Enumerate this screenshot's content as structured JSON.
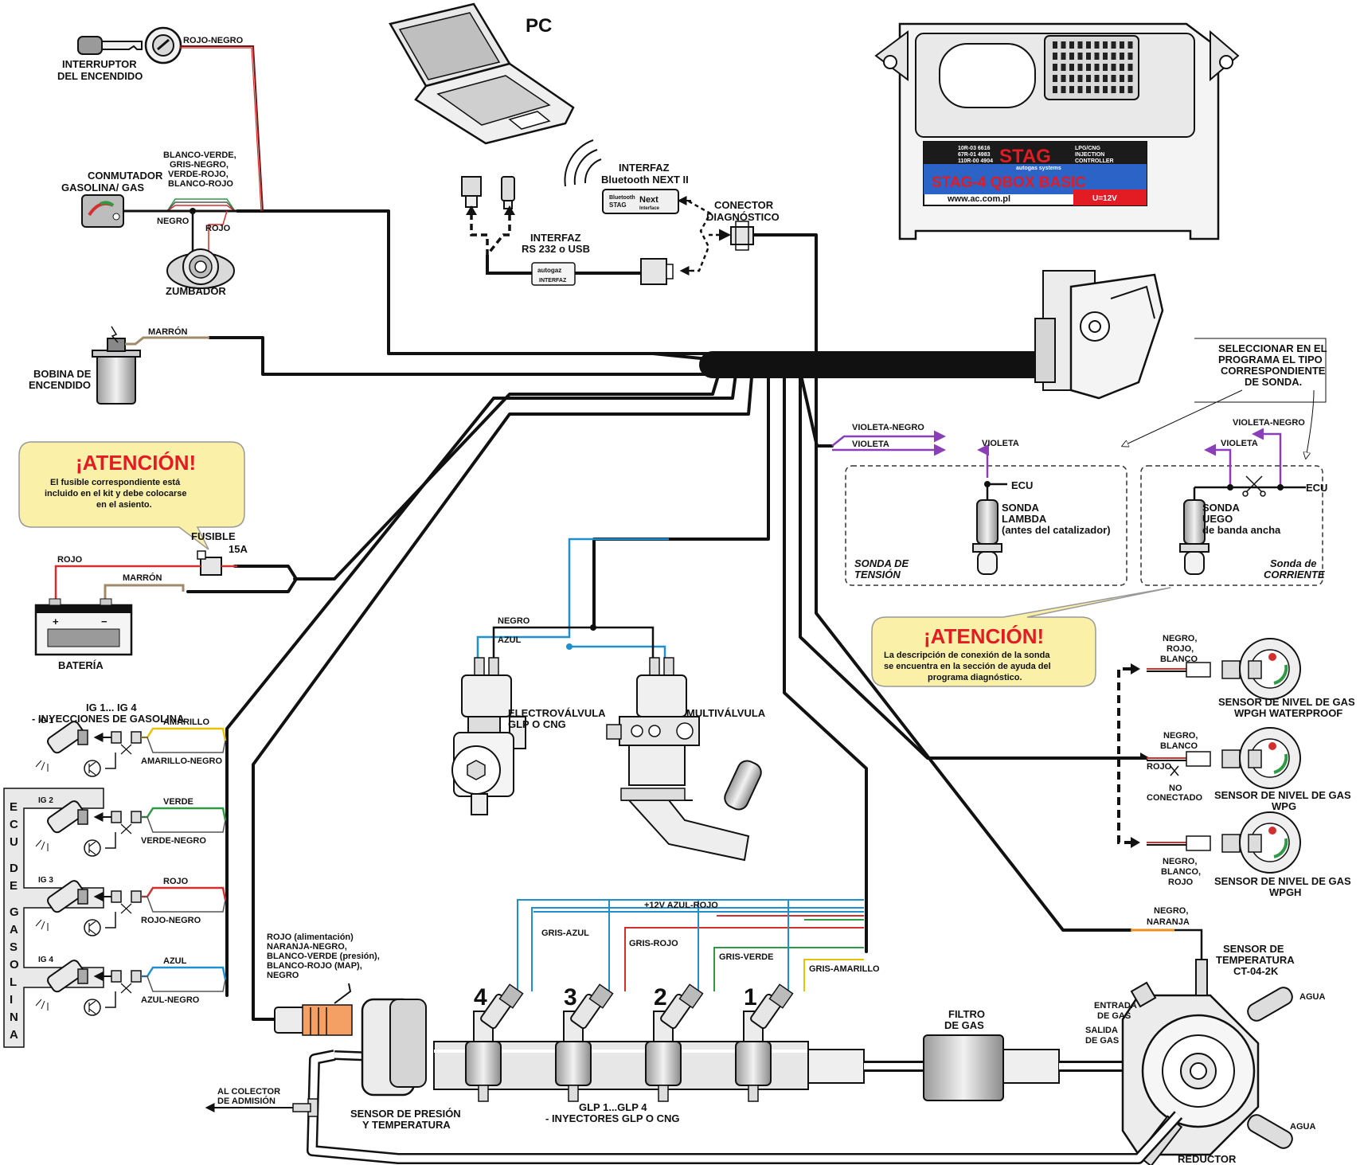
{
  "pc_title": "PC",
  "ecu_unit": {
    "brand": "STAG",
    "brand_sub": "autogas systems",
    "model": "STAG-4 QBOX BASIC",
    "type_lines": [
      "LPG/CNG",
      "INJECTION",
      "CONTROLLER"
    ],
    "approvals": [
      "10R-03 6616",
      "67R-01 4983",
      "110R-00 4904"
    ],
    "website": "www.ac.com.pl",
    "voltage": "U=12V"
  },
  "labels": {
    "ignition_switch": [
      "INTERRUPTOR",
      "DEL ENCENDIDO"
    ],
    "rojo_negro": "ROJO-NEGRO",
    "switch_wires": [
      "BLANCO-VERDE,",
      "GRIS-NEGRO,",
      "VERDE-ROJO,",
      "BLANCO-ROJO"
    ],
    "commutator": [
      "CONMUTADOR",
      "GASOLINA/ GAS"
    ],
    "negro": "NEGRO",
    "rojo": "ROJO",
    "buzzer": "ZUMBADOR",
    "bluetooth_iface": [
      "INTERFAZ",
      "Bluetooth NEXT II"
    ],
    "bt_device": [
      "Bluetooth",
      "STAG",
      "Next",
      "Interface"
    ],
    "diag_connector": [
      "CONECTOR",
      "DIAGNÓSTICO"
    ],
    "rs232_iface": [
      "INTERFAZ",
      "RS 232 o USB"
    ],
    "iface_box": [
      "autogaz",
      "INTERFAZ"
    ],
    "coil": [
      "BOBINA DE",
      "ENCENDIDO"
    ],
    "marron": "MARRÓN",
    "fuse": "FUSIBLE",
    "fuse_amp": "15A",
    "battery": "BATERÍA",
    "battery_plus": "+",
    "battery_minus": "−",
    "select_probe": [
      "SELECCIONAR EN EL",
      "PROGRAMA EL TIPO",
      "CORRESPONDIENTE",
      "DE SONDA."
    ],
    "violeta_negro": "VIOLETA-NEGRO",
    "violeta": "VIOLETA",
    "ecu": "ECU",
    "lambda_probe": [
      "SONDA",
      "LAMBDA",
      "(antes del catalizador)"
    ],
    "uego_probe": [
      "SONDA",
      "UEGO",
      "de banda ancha"
    ],
    "voltage_probe": [
      "SONDA DE",
      "TENSIÓN"
    ],
    "current_probe": [
      "Sonda de",
      "CORRIENTE"
    ],
    "sensor_wires_1": [
      "NEGRO,",
      "ROJO,",
      "BLANCO"
    ],
    "sensor_1": [
      "SENSOR DE NIVEL DE GAS",
      "WPGH WATERPROOF"
    ],
    "sensor_wires_2": [
      "NEGRO,",
      "BLANCO"
    ],
    "rojo_nc": "ROJO",
    "no_conectado": [
      "NO",
      "CONECTADO"
    ],
    "sensor_2": [
      "SENSOR DE NIVEL DE GAS",
      "WPG"
    ],
    "sensor_wires_3": [
      "NEGRO,",
      "BLANCO,",
      "ROJO"
    ],
    "sensor_3": [
      "SENSOR DE NIVEL DE GAS",
      "WPGH"
    ],
    "petrol_inj": [
      "IG 1... IG 4",
      "- INYECCIONES DE GASOLINA"
    ],
    "ig": [
      "IG 1",
      "IG 2",
      "IG 3",
      "IG 4"
    ],
    "ig_wires": [
      [
        "AMARILLO",
        "AMARILLO-NEGRO"
      ],
      [
        "VERDE",
        "VERDE-NEGRO"
      ],
      [
        "ROJO",
        "ROJO-NEGRO"
      ],
      [
        "AZUL",
        "AZUL-NEGRO"
      ]
    ],
    "ecu_vertical": [
      "E",
      "C",
      "U",
      "D",
      "E",
      "G",
      "A",
      "S",
      "O",
      "L",
      "I",
      "N",
      "A"
    ],
    "negro_v": "NEGRO",
    "azul_v": "AZUL",
    "electrovalve": [
      "ELECTROVÁLVULA",
      "GLP O CNG"
    ],
    "multivalve": "MULTIVÁLVULA",
    "plus12": "+12V AZUL-ROJO",
    "gris_azul": "GRIS-AZUL",
    "gris_rojo": "GRIS-ROJO",
    "gris_verde": "GRIS-VERDE",
    "gris_amarillo": "GRIS-AMARILLO",
    "map_wires": [
      "ROJO (alimentación)",
      "NARANJA-NEGRO,",
      "BLANCO-VERDE (presión),",
      "BLANCO-ROJO (MAP),",
      "NEGRO"
    ],
    "inj_numbers": [
      "4",
      "3",
      "2",
      "1"
    ],
    "gas_filter": [
      "FILTRO",
      "DE GAS"
    ],
    "temp_wires": [
      "NEGRO,",
      "NARANJA"
    ],
    "temp_sensor": [
      "SENSOR DE",
      "TEMPERATURA",
      "CT-04-2K"
    ],
    "gas_in": [
      "ENTRADA",
      "DE GAS"
    ],
    "gas_out": [
      "SALIDA",
      "DE GAS"
    ],
    "water": "AGUA",
    "intake": [
      "AL COLECTOR",
      "DE ADMISIÓN"
    ],
    "pressure_sensor": [
      "SENSOR DE PRESIÓN",
      "Y TEMPERATURA"
    ],
    "glp_inj": [
      "GLP 1...GLP 4",
      "- INYECTORES GLP O CNG"
    ],
    "reducer": "REDUCTOR"
  },
  "callouts": {
    "fuse_title": "¡ATENCIÓN!",
    "fuse_text": [
      "El fusible correspondiente está",
      "incluido en el kit y debe colocarse",
      "en el asiento."
    ],
    "probe_title": "¡ATENCIÓN!",
    "probe_text": [
      "La descripción de conexión de la sonda",
      "se encuentra en la sección de ayuda del",
      "programa diagnóstico."
    ]
  },
  "colors": {
    "warning_red": "#e31b23",
    "callout_fill": "#fbf0a8",
    "violet": "#8a3fb8",
    "blue": "#1f8fce",
    "orange": "#f08c1e",
    "brown": "#a08a6a",
    "red_wire": "#d32f2f",
    "green_wire": "#2e9a43",
    "yellow_wire": "#e6c200"
  }
}
